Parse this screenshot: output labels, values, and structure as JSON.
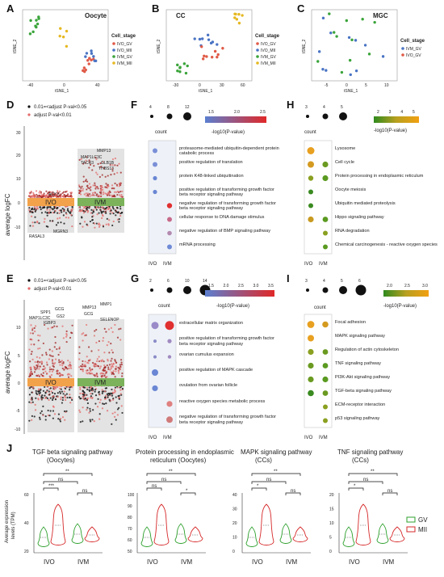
{
  "panels": {
    "A": {
      "letter": "A",
      "title": "Oocyte",
      "xlabel": "tSNE_1",
      "ylabel": "tSNE_2",
      "xticks": [
        "-40",
        "0",
        "40"
      ],
      "legend_title": "Cell_stage",
      "legend": [
        "IVO_GV",
        "IVO_MII",
        "IVM_GV",
        "IVM_MII"
      ]
    },
    "B": {
      "letter": "B",
      "title": "CC",
      "xlabel": "tSNE_1",
      "ylabel": "tSNE_2",
      "xticks": [
        "-30",
        "0",
        "30",
        "60"
      ],
      "legend_title": "Cell_stage",
      "legend": [
        "IVO_GV",
        "IVO_MII",
        "IVM_GV",
        "IVM_MII"
      ]
    },
    "C": {
      "letter": "C",
      "title": "MGC",
      "xlabel": "tSNE_1",
      "ylabel": "tSNE_2",
      "xticks": [
        "-5",
        "0",
        "5",
        "10"
      ],
      "legend_title": "Cell_stage",
      "legend": [
        "IVM_GV",
        "IVO_GV"
      ]
    },
    "D": {
      "letter": "D",
      "legend1": "0.01=<adjust P-val<0.05",
      "legend2": "adjust P-val<0.01",
      "ylabel": "average logFC",
      "yticks": [
        "30",
        "20",
        "10",
        "0",
        "-10"
      ],
      "group1": "IVO",
      "group2": "IVM",
      "genes_top_ivo": [
        "ACKY"
      ],
      "genes_top_ivm": [
        "MMP13",
        "MAP1LC3C",
        "TACR3",
        "GLB1B",
        "THBS13"
      ],
      "genes_bottom_ivo": [
        "RASAL3",
        "MGRN3"
      ]
    },
    "E": {
      "letter": "E",
      "legend1": "0.01=<adjust P-val<0.05",
      "legend2": "adjust P-val<0.01",
      "ylabel": "average logFC",
      "yticks": [
        "10",
        "5",
        "0",
        "-5",
        "-10"
      ],
      "group1": "IVO",
      "group2": "IVM",
      "genes_ivo": [
        "SPP1",
        "GCG",
        "MAP1LC3C",
        "GS2",
        "IGBP3"
      ],
      "genes_ivm": [
        "MMP13",
        "MMP1",
        "GCG",
        "SELENOP"
      ]
    },
    "F": {
      "letter": "F",
      "count_title": "count",
      "count_values": [
        "4",
        "8",
        "12"
      ],
      "color_title": "-log10(P-value)",
      "color_ticks": [
        "1.5",
        "2.0",
        "2.5"
      ],
      "x": [
        "IVO",
        "IVM"
      ],
      "terms": [
        "proteasome-mediated ubiquitin-dependent protein catabolic process",
        "positive regulation of translation",
        "protein K48-linked ubiquitination",
        "positive regulation of transforming growth factor beta receptor signaling pathway",
        "negative regulation of transforming growth factor beta receptor signaling pathway",
        "cellular response to DNA damage stimulus",
        "negative regulation of BMP signaling pathway",
        "mRNA processing"
      ]
    },
    "G": {
      "letter": "G",
      "count_title": "count",
      "count_values": [
        "2",
        "6",
        "10",
        "14"
      ],
      "color_title": "-log10(P-value)",
      "color_ticks": [
        "1.5",
        "2.0",
        "2.5",
        "3.0",
        "3.5"
      ],
      "x": [
        "IVO",
        "IVM"
      ],
      "terms": [
        "extracellular matrix organization",
        "positive regulation of transforming growth factor beta receptor signaling pathway",
        "ovarian cumulus expansion",
        "positive regulation of MAPK cascade",
        "ovulation from ovarian follicle",
        "reactive oxygen species metabolic process",
        "negative regulation of transforming growth factor beta receptor signaling pathway"
      ]
    },
    "H": {
      "letter": "H",
      "count_title": "count",
      "count_values": [
        "3",
        "4",
        "5"
      ],
      "color_title": "-log10(P-value)",
      "color_ticks": [
        "2",
        "3",
        "4",
        "5"
      ],
      "x": [
        "IVO",
        "IVM"
      ],
      "terms": [
        "Lysosome",
        "Cell cycle",
        "Protein processing in endoplasmic reticulum",
        "Oocyte meiosis",
        "Ubiquitin mediated proteolysis",
        "Hippo signaling pathway",
        "RNA degradation",
        "Chemical carcinogenesis - reactive oxygen species"
      ]
    },
    "I": {
      "letter": "I",
      "count_title": "count",
      "count_values": [
        "3",
        "4",
        "5",
        "6"
      ],
      "color_title": "-log10(P-value)",
      "color_ticks": [
        "2.0",
        "2.5",
        "3.0"
      ],
      "x": [
        "IVO",
        "IVM"
      ],
      "terms": [
        "Focal adhesion",
        "MAPK signaling pathway",
        "Regulation of actin cytoskeleton",
        "TNF signaling pathway",
        "PI3K-Akt signaling pathway",
        "TGF-beta signaling pathway",
        "ECM-receptor interaction",
        "p53 signaling pathway"
      ]
    },
    "J": {
      "letter": "J",
      "ylabel1": "Average expression",
      "ylabel2": "levels (TPM)",
      "legend": [
        "GV",
        "MII"
      ],
      "x": [
        "IVO",
        "IVM"
      ],
      "subplots": [
        {
          "title1": "TGF beta signaling pathway",
          "title2": "(Oocytes)",
          "yticks": [
            "20",
            "40",
            "60"
          ],
          "sig": [
            "***",
            "**",
            "ns",
            "ns"
          ]
        },
        {
          "title1": "Protein processing in endoplasmic",
          "title2": "reticulum (Oocytes)",
          "yticks": [
            "50",
            "60",
            "70",
            "80",
            "90",
            "100"
          ],
          "sig": [
            "ns",
            "**",
            "ns",
            "*"
          ]
        },
        {
          "title1": "MAPK signaling pathway",
          "title2": "(CCs)",
          "yticks": [
            "0",
            "10",
            "20",
            "30",
            "40"
          ],
          "sig": [
            "*",
            "**",
            "ns",
            "ns"
          ]
        },
        {
          "title1": "TNF signaling pathway",
          "title2": "(CCs)",
          "yticks": [
            "0",
            "5",
            "10",
            "15",
            "20"
          ],
          "sig": [
            "*",
            "**",
            "ns",
            "ns"
          ]
        }
      ]
    }
  },
  "colors": {
    "ivo_gv": "#e05a47",
    "ivo_mii": "#4a74c4",
    "ivm_gv": "#3aa43a",
    "ivm_mii": "#e6b820",
    "gv": "#2ca02c",
    "mii": "#d62728",
    "ivo_bar": "#f2a24a",
    "ivm_bar": "#7bb25a"
  }
}
